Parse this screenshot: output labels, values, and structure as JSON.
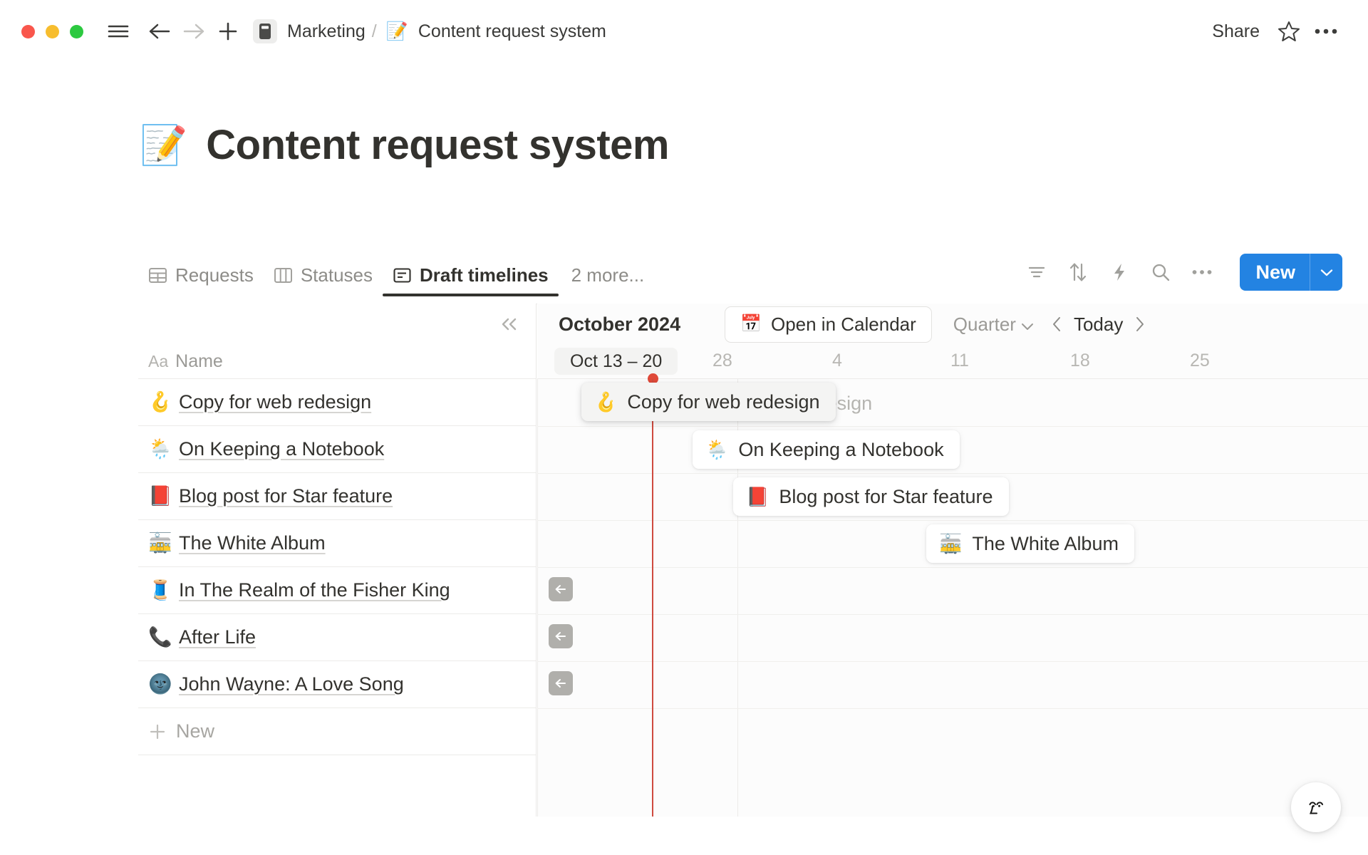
{
  "titlebar": {
    "window_controls": [
      "close",
      "minimize",
      "zoom"
    ],
    "sidebar_toggle_icon": "hamburger-icon",
    "back_icon": "arrow-left-icon",
    "forward_icon": "arrow-right-icon",
    "new_page_icon": "plus-icon",
    "breadcrumb": {
      "workspace": "Marketing",
      "separator": "/",
      "page_emoji": "📝",
      "page": "Content request system"
    },
    "share_label": "Share",
    "favorite_icon": "star-icon",
    "more_icon": "ellipsis-icon"
  },
  "page": {
    "emoji": "📝",
    "title": "Content request system"
  },
  "tabs": [
    {
      "label": "Requests",
      "icon": "table-icon",
      "active": false
    },
    {
      "label": "Statuses",
      "icon": "board-icon",
      "active": false
    },
    {
      "label": "Draft timelines",
      "icon": "timeline-icon",
      "active": true
    }
  ],
  "tabs_more_label": "2 more...",
  "toolbar": {
    "filter_icon": "filter-icon",
    "sort_icon": "sort-icon",
    "automation_icon": "lightning-icon",
    "search_icon": "search-icon",
    "more_icon": "ellipsis-icon",
    "new_label": "New",
    "new_caret_icon": "chevron-down-icon",
    "accent_color": "#2383e2"
  },
  "sidebar": {
    "collapse_icon": "double-chevron-left-icon",
    "column_header": {
      "type_mark": "Aa",
      "label": "Name"
    },
    "rows": [
      {
        "emoji": "🪝",
        "name": "Copy for web redesign"
      },
      {
        "emoji": "🌦️",
        "name": "On Keeping a Notebook"
      },
      {
        "emoji": "📕",
        "name": "Blog post for Star feature"
      },
      {
        "emoji": "🚋",
        "name": "The White Album"
      },
      {
        "emoji": "🧵",
        "name": "In The Realm of the Fisher King"
      },
      {
        "emoji": "📞",
        "name": "After Life"
      },
      {
        "emoji": "🌚",
        "name": "John Wayne: A Love Song"
      }
    ],
    "new_row_label": "New"
  },
  "timeline": {
    "month_label": "October 2024",
    "open_in_calendar": {
      "emoji": "📅",
      "label": "Open in Calendar"
    },
    "range_select": {
      "label": "Quarter",
      "caret_icon": "chevron-down-icon"
    },
    "prev_icon": "chevron-left-icon",
    "today_label": "Today",
    "next_icon": "chevron-right-icon",
    "current_range_pill": "Oct 13 – 20",
    "scale_ticks": [
      "28",
      "4",
      "11",
      "18",
      "25"
    ],
    "today_marker_color": "#cf4a3f",
    "bars": [
      {
        "emoji": "🪝",
        "label": "Copy for web redesign",
        "dragging": true,
        "ghost_label": "Copy for web redesign"
      },
      {
        "emoji": "🌦️",
        "label": "On Keeping a Notebook",
        "dragging": false
      },
      {
        "emoji": "📕",
        "label": "Blog post for Star feature",
        "dragging": false
      },
      {
        "emoji": "🚋",
        "label": "The White Album",
        "dragging": false
      }
    ],
    "offscreen_indicators": [
      {
        "icon": "arrow-left-icon"
      },
      {
        "icon": "arrow-left-icon"
      },
      {
        "icon": "arrow-left-icon"
      }
    ]
  },
  "ai_button": {
    "icon": "notion-ai-face-icon"
  }
}
